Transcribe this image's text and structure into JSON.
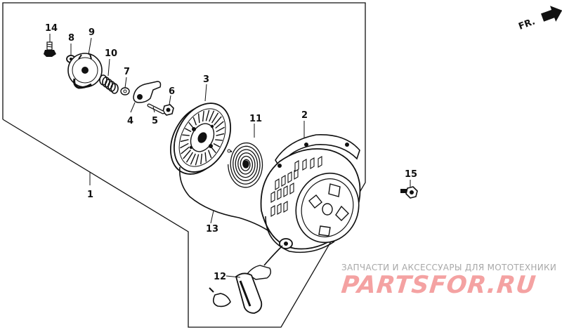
{
  "diagram": {
    "direction_label": "FR.",
    "callouts": {
      "p1": "1",
      "p2": "2",
      "p3": "3",
      "p4": "4",
      "p5": "5",
      "p6": "6",
      "p7": "7",
      "p8": "8",
      "p9": "9",
      "p10": "10",
      "p11": "11",
      "p12": "12",
      "p13": "13",
      "p14": "14",
      "p15": "15"
    }
  },
  "watermark": {
    "tagline": "ЗАПЧАСТИ И АКСЕССУАРЫ ДЛЯ МОТОТЕХНИКИ",
    "logo": "PARTSFOR.RU",
    "logo_color": "#f4a2a2"
  }
}
